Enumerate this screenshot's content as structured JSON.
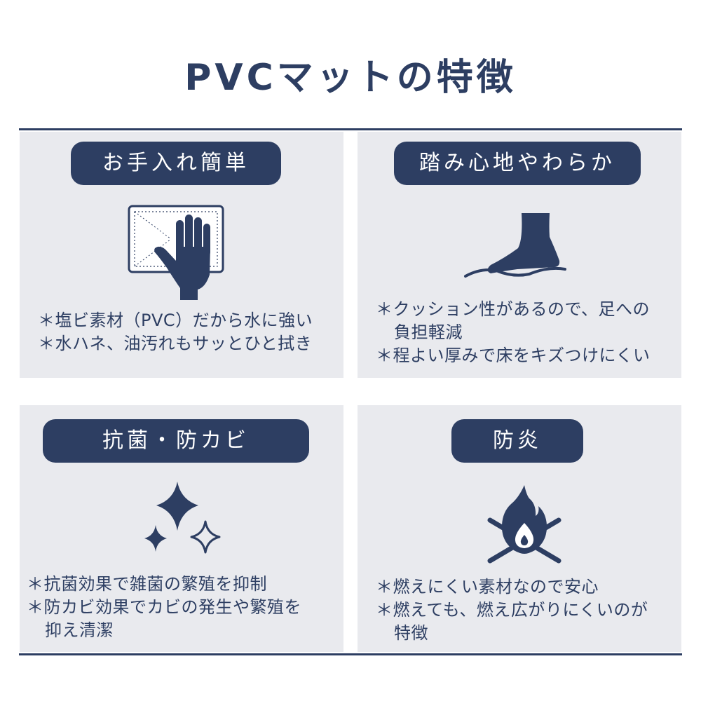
{
  "title": "PVCマットの特徴",
  "features": [
    {
      "heading": "お手入れ簡単",
      "icon": "hand-wiping-mat-icon",
      "lines": [
        "＊塩ビ素材（PVC）だから水に強い",
        "＊水ハネ、油汚れもサッとひと拭き"
      ]
    },
    {
      "heading": "踏み心地やわらか",
      "icon": "foot-on-cushion-icon",
      "lines": [
        "＊クッション性があるので、足への",
        "負担軽減",
        "＊程よい厚みで床をキズつけにくい"
      ]
    },
    {
      "heading": "抗菌・防カビ",
      "icon": "sparkle-icon",
      "lines": [
        "＊抗菌効果で雑菌の繁殖を抑制",
        "＊防カビ効果でカビの発生や繁殖を",
        "抑え清潔"
      ]
    },
    {
      "heading": "防炎",
      "icon": "flame-resistant-icon",
      "lines": [
        "＊燃えにくい素材なので安心",
        "＊燃えても、燃え広がりにくいのが",
        "特徴"
      ]
    }
  ],
  "colors": {
    "navy": "#2d3e62",
    "panel": "#e9eaee",
    "white": "#ffffff"
  }
}
